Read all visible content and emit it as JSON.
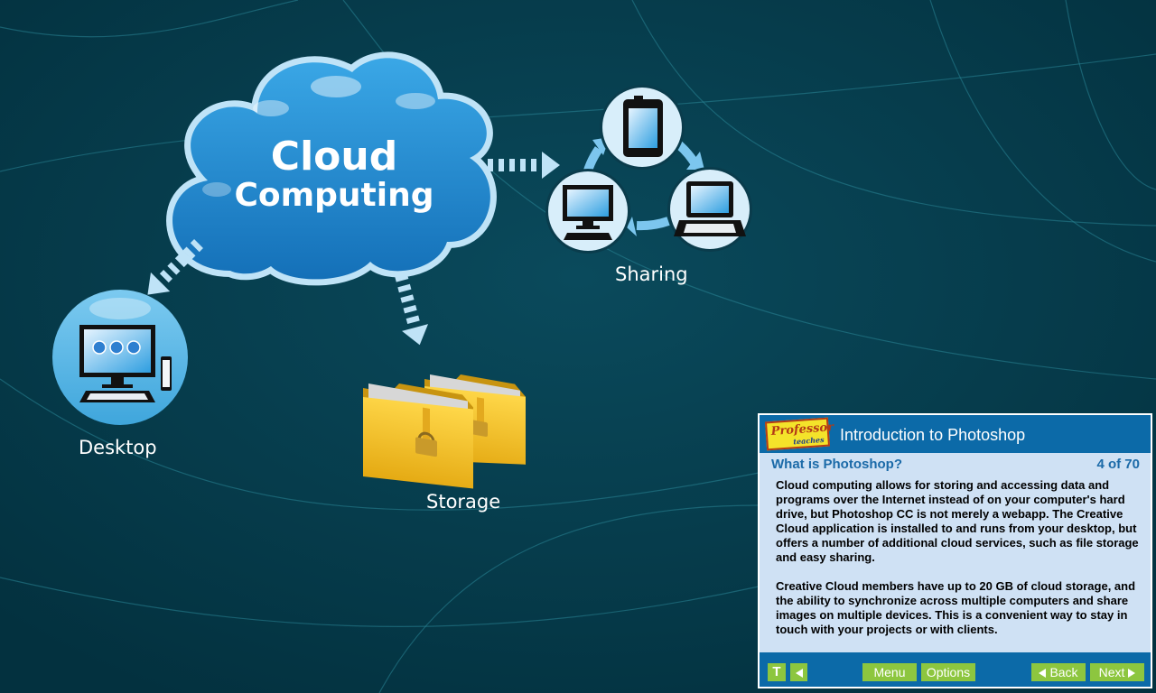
{
  "diagram": {
    "cloud_line1": "Cloud",
    "cloud_line2": "Computing",
    "labels": {
      "sharing": "Sharing",
      "desktop": "Desktop",
      "storage": "Storage"
    }
  },
  "panel": {
    "logo_line1": "Professor",
    "logo_line2": "teaches",
    "course_title": "Introduction to Photoshop",
    "lesson_title": "What is Photoshop?",
    "page_count": "4 of 70",
    "paragraph1": "Cloud computing allows for storing and accessing data and programs over the Internet instead of on your computer's hard drive, but Photoshop CC is not merely a webapp.  The Creative Cloud application is installed to and runs from your desktop, but offers a number of additional cloud services, such as file storage and easy sharing.",
    "paragraph2": "Creative Cloud members have up to 20 GB of cloud storage, and the ability to synchronize across multiple computers and share images on multiple devices. This is a convenient way to stay in touch with your projects or with clients.",
    "buttons": {
      "text": "T",
      "menu": "Menu",
      "options": "Options",
      "back": "Back",
      "next": "Next"
    }
  },
  "colors": {
    "background": "#053b4c",
    "cloud": "#1d86cd",
    "panel_header": "#0c6aa8",
    "panel_body": "#cfe1f4",
    "button": "#8dc63f",
    "folder": "#f2c12a"
  }
}
